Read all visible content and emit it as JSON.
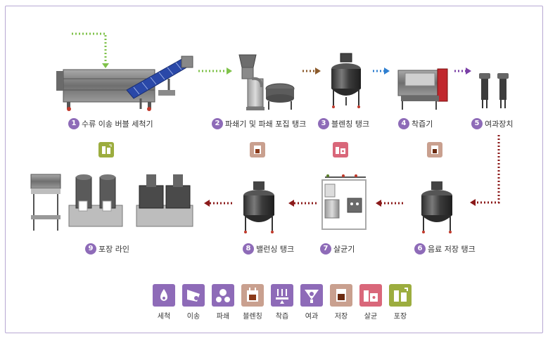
{
  "steps": [
    {
      "num": "1",
      "label": "수류 이송 버블 세척기"
    },
    {
      "num": "2",
      "label": "파쇄기 및 파쇄 포집 탱크"
    },
    {
      "num": "3",
      "label": "블렌칭 탱크"
    },
    {
      "num": "4",
      "label": "착즙기"
    },
    {
      "num": "5",
      "label": "여과장치"
    },
    {
      "num": "6",
      "label": "음료 저장 탱크"
    },
    {
      "num": "7",
      "label": "살균기"
    },
    {
      "num": "8",
      "label": "밸런싱 탱크"
    },
    {
      "num": "9",
      "label": "포장 라인"
    }
  ],
  "legend": [
    {
      "label": "세척",
      "color": "#8e6bb8",
      "icon": "washing-icon"
    },
    {
      "label": "이송",
      "color": "#8e6bb8",
      "icon": "transfer-icon"
    },
    {
      "label": "파쇄",
      "color": "#8e6bb8",
      "icon": "crushing-icon"
    },
    {
      "label": "블렌칭",
      "color": "#c9a08f",
      "icon": "blanching-icon"
    },
    {
      "label": "착즙",
      "color": "#8e6bb8",
      "icon": "juicing-icon"
    },
    {
      "label": "여과",
      "color": "#8e6bb8",
      "icon": "filtration-icon"
    },
    {
      "label": "저장",
      "color": "#c9a08f",
      "icon": "storage-icon"
    },
    {
      "label": "살균",
      "color": "#d9677a",
      "icon": "sterilization-icon"
    },
    {
      "label": "포장",
      "color": "#9cad3f",
      "icon": "packaging-icon"
    }
  ],
  "colors": {
    "frame": "#b7a8d3",
    "arrow_green": "#7fc24a",
    "arrow_brown": "#8b5a2b",
    "arrow_blue": "#2f7fd0",
    "arrow_purple": "#7a3fa6",
    "arrow_red": "#8b1a1a",
    "metal": "#7d7d7d",
    "dark_metal": "#3a3a3a"
  }
}
